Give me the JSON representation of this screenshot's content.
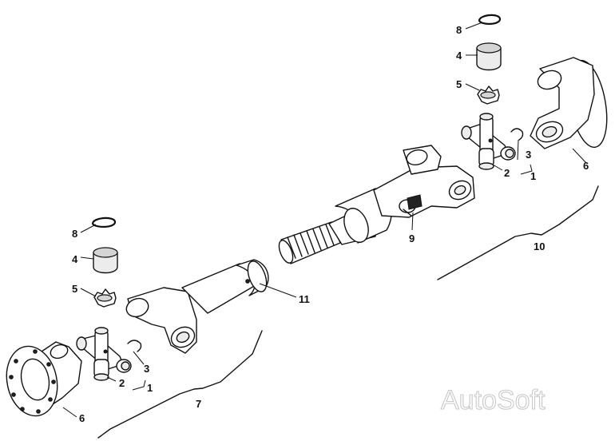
{
  "diagram": {
    "callouts": [
      {
        "id": "c8-top",
        "text": "8"
      },
      {
        "id": "c4-top",
        "text": "4"
      },
      {
        "id": "c5-top",
        "text": "5"
      },
      {
        "id": "c3-top",
        "text": "3"
      },
      {
        "id": "c2-top",
        "text": "2"
      },
      {
        "id": "c1-top",
        "text": "1"
      },
      {
        "id": "c6-top",
        "text": "6"
      },
      {
        "id": "c9",
        "text": "9"
      },
      {
        "id": "c10",
        "text": "10"
      },
      {
        "id": "c8-left",
        "text": "8"
      },
      {
        "id": "c4-left",
        "text": "4"
      },
      {
        "id": "c5-left",
        "text": "5"
      },
      {
        "id": "c11",
        "text": "11"
      },
      {
        "id": "c3-left",
        "text": "3"
      },
      {
        "id": "c2-left",
        "text": "2"
      },
      {
        "id": "c1-left",
        "text": "1"
      },
      {
        "id": "c6-left",
        "text": "6"
      },
      {
        "id": "c7",
        "text": "7"
      }
    ],
    "watermark": "AutoSoft"
  }
}
